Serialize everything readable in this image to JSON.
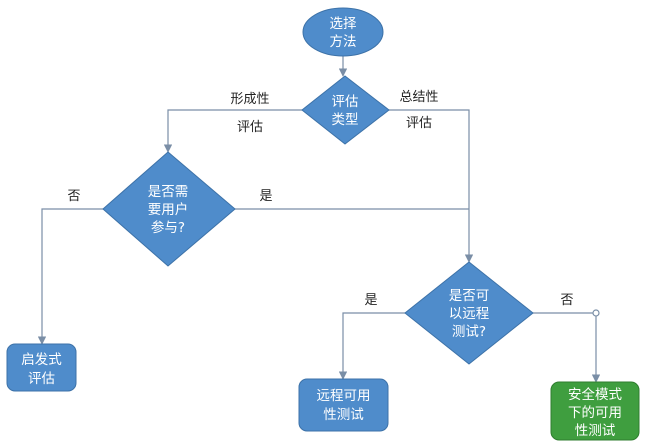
{
  "nodes": {
    "select_method": {
      "line1": "选择",
      "line2": "方法"
    },
    "eval_type": {
      "line1": "评估",
      "line2": "类型"
    },
    "need_user": {
      "line1": "是否需",
      "line2": "要用户",
      "line3": "参与?"
    },
    "remote_test": {
      "line1": "是否可",
      "line2": "以远程",
      "line3": "测试?"
    },
    "heuristic": {
      "line1": "启发式",
      "line2": "评估"
    },
    "remote_usability": {
      "line1": "远程可用",
      "line2": "性测试"
    },
    "safe_mode_usability": {
      "line1": "安全模式",
      "line2": "下的可用",
      "line3": "性测试"
    }
  },
  "edges": {
    "formative_line1": "形成性",
    "formative_line2": "评估",
    "summative_line1": "总结性",
    "summative_line2": "评估",
    "user_no": "否",
    "user_yes": "是",
    "remote_yes": "是",
    "remote_no": "否"
  },
  "colors": {
    "node_fill": "#4f8ccb",
    "node_stroke": "#3d72a8",
    "terminal_fill": "#3f9e3f",
    "terminal_stroke": "#2f7d2f",
    "line": "#7a8ea6",
    "text": "#ffffff",
    "label": "#222222"
  }
}
